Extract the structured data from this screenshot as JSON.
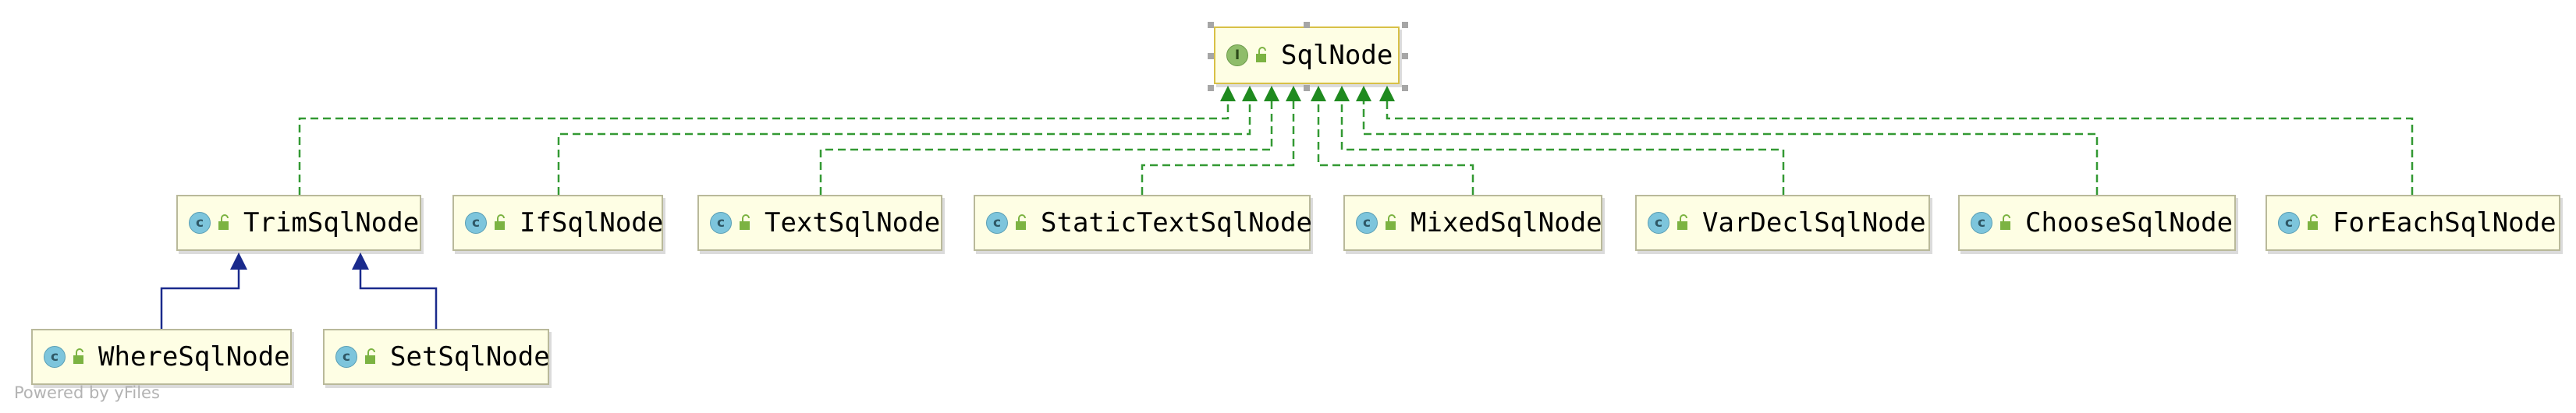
{
  "diagram": {
    "root": {
      "name": "SqlNode",
      "kind_icon": "I",
      "kind": "interface"
    },
    "implementations": [
      {
        "id": "trim",
        "name": "TrimSqlNode",
        "kind_icon": "c"
      },
      {
        "id": "if",
        "name": "IfSqlNode",
        "kind_icon": "c"
      },
      {
        "id": "text",
        "name": "TextSqlNode",
        "kind_icon": "c"
      },
      {
        "id": "static",
        "name": "StaticTextSqlNode",
        "kind_icon": "c"
      },
      {
        "id": "mixed",
        "name": "MixedSqlNode",
        "kind_icon": "c"
      },
      {
        "id": "vardecl",
        "name": "VarDeclSqlNode",
        "kind_icon": "c"
      },
      {
        "id": "choose",
        "name": "ChooseSqlNode",
        "kind_icon": "c"
      },
      {
        "id": "foreach",
        "name": "ForEachSqlNode",
        "kind_icon": "c"
      }
    ],
    "subclasses": [
      {
        "id": "where",
        "name": "WhereSqlNode",
        "kind_icon": "c",
        "parent": "trim"
      },
      {
        "id": "set",
        "name": "SetSqlNode",
        "kind_icon": "c",
        "parent": "trim"
      }
    ],
    "colors": {
      "implements_edge": "#339933",
      "implements_arrow": "#1f8a1f",
      "extends_edge": "#1a2a8c",
      "node_fill": "#fefee4",
      "selected_border": "#d8c046",
      "class_icon": "#7dc5dc",
      "interface_icon": "#8fbd6a"
    },
    "edge_styles": {
      "implements": "dashed",
      "extends": "solid"
    }
  },
  "watermark": "Powered by yFiles"
}
